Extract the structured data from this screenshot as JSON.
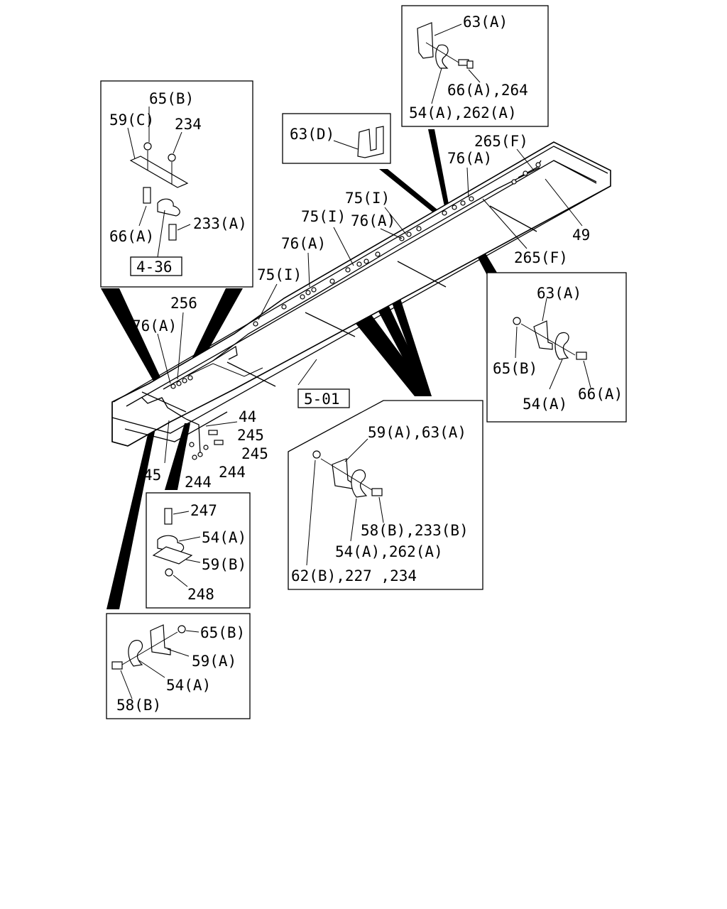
{
  "labels": {
    "top_right": {
      "l63a": "63(A)",
      "l66a": "66(A),264",
      "l54a": "54(A),262(A)"
    },
    "top_left": {
      "l65b": "65(B)",
      "l59c": "59(C)",
      "l234": "234",
      "l66a": "66(A)",
      "l233a": "233(A)",
      "ref": "4-36"
    },
    "small_63d": {
      "l63d": "63(D)"
    },
    "main": {
      "l265f_top": "265(F)",
      "l76a_1": "76(A)",
      "l75i_1": "75(I)",
      "l75i_2": "75(I)",
      "l76a_2": "76(A)",
      "l76a_3": "76(A)",
      "l75i_3": "75(I)",
      "l49": "49",
      "l265f_bot": "265(F)",
      "l256": "256",
      "l76a_4": "76(A)",
      "ref": "5-01",
      "l44": "44",
      "l245_1": "245",
      "l245_2": "245",
      "l244_1": "244",
      "l244_2": "244",
      "l45": "45"
    },
    "right": {
      "l63a": "63(A)",
      "l65b": "65(B)",
      "l54a": "54(A)",
      "l66a": "66(A)"
    },
    "center": {
      "l59a63a": "59(A),63(A)",
      "l58b233b": "58(B),233(B)",
      "l54a262a": "54(A),262(A)",
      "l62b": "62(B),227 ,234"
    },
    "mid_left": {
      "l247": "247",
      "l54a": "54(A)",
      "l59b": "59(B)",
      "l248": "248"
    },
    "bottom_left": {
      "l65b": "65(B)",
      "l59a": "59(A)",
      "l54a": "54(A)",
      "l58b": "58(B)"
    }
  }
}
